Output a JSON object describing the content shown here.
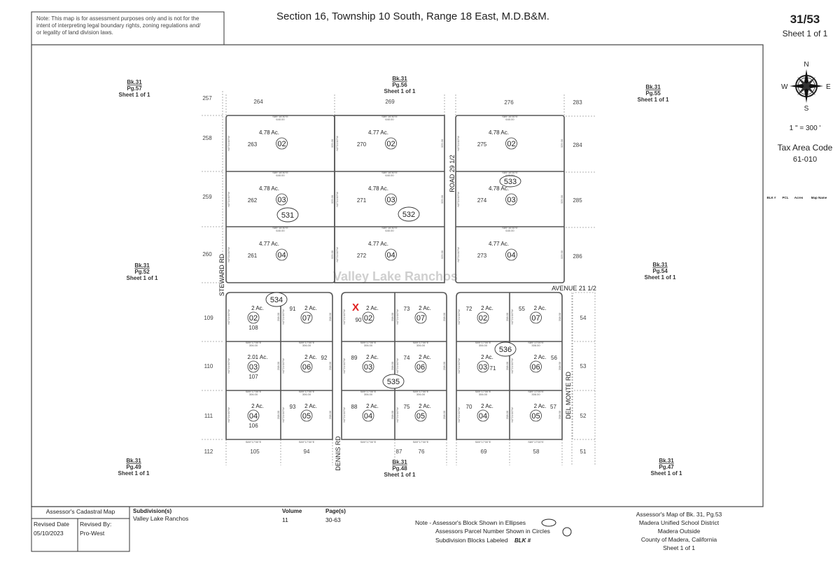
{
  "header": {
    "note": [
      "Note: This map is for assessment purposes only and is not for the",
      "intent of interpreting legal boundary rights, zoning regulations and/",
      "or legality of land division laws."
    ],
    "title": "Section 16, Township 10 South, Range 18 East, M.D.B&M.",
    "map_number": "31/53",
    "sheet": "Sheet 1 of 1"
  },
  "side": {
    "compass": {
      "n": "N",
      "s": "S",
      "e": "E",
      "w": "W"
    },
    "scale": "1 \" = 300 '",
    "tax_area_label": "Tax Area Code",
    "tax_area_code": "61-010",
    "legend_columns": [
      "BLK #",
      "PCL",
      "Acres",
      "Map Name"
    ]
  },
  "adjacent_sheets": [
    {
      "bk": "Bk.31",
      "pg": "Pg.57",
      "sheet": "Sheet 1 of 1"
    },
    {
      "bk": "Bk.31",
      "pg": "Pg.56",
      "sheet": "Sheet 1 of 1"
    },
    {
      "bk": "Bk.31",
      "pg": "Pg.55",
      "sheet": "Sheet 1 of 1"
    },
    {
      "bk": "Bk.31",
      "pg": "Pg.52",
      "sheet": "Sheet 1 of 1"
    },
    {
      "bk": "Bk.31",
      "pg": "Pg.54",
      "sheet": "Sheet 1 of 1"
    },
    {
      "bk": "Bk.31",
      "pg": "Pg.49",
      "sheet": "Sheet 1 of 1"
    },
    {
      "bk": "Bk.31",
      "pg": "Pg.48",
      "sheet": "Sheet 1 of 1"
    },
    {
      "bk": "Bk.31",
      "pg": "Pg.47",
      "sheet": "Sheet 1 of 1"
    }
  ],
  "roads": [
    "STEWARD RD",
    "ROAD 29 1/2",
    "AVENUE 21 1/2",
    "DENNIS RD",
    "DEL MONTE RD"
  ],
  "subdivision_watermark": "Valley Lake Ranchos",
  "outside_parcels": [
    "257",
    "258",
    "259",
    "260",
    "264",
    "269",
    "276",
    "283",
    "284",
    "285",
    "286",
    "109",
    "110",
    "111",
    "112",
    "105",
    "94",
    "87",
    "76",
    "69",
    "58",
    "51",
    "54",
    "53",
    "52"
  ],
  "bearings": {
    "h_top": "S89°16'30\"E",
    "h_top_dist": "640.00",
    "h_low": "S89°17'00\"E",
    "h_low_dist": "306.00",
    "v": "N0°21'00\"W",
    "v_top_dist": "325.00",
    "v_low_dist": "208.00"
  },
  "top_blocks": [
    {
      "block": "531",
      "parcels": [
        {
          "acres": "4.78 Ac.",
          "apn": "263",
          "pcl": "02"
        },
        {
          "acres": "4.78 Ac.",
          "apn": "262",
          "pcl": "03"
        },
        {
          "acres": "4.77 Ac.",
          "apn": "261",
          "pcl": "04"
        }
      ]
    },
    {
      "block": "532",
      "parcels": [
        {
          "acres": "4.77 Ac.",
          "apn": "270",
          "pcl": "02"
        },
        {
          "acres": "4.78 Ac.",
          "apn": "271",
          "pcl": "03"
        },
        {
          "acres": "4.77 Ac.",
          "apn": "272",
          "pcl": "04"
        }
      ]
    },
    {
      "block": "533",
      "parcels": [
        {
          "acres": "4.78 Ac.",
          "apn": "275",
          "pcl": "02"
        },
        {
          "acres": "4.78 Ac.",
          "apn": "274",
          "pcl": "03"
        },
        {
          "acres": "4.77 Ac.",
          "apn": "273",
          "pcl": "04"
        }
      ]
    }
  ],
  "lower_blocks": [
    {
      "block": "534",
      "parcels": [
        {
          "acres": "2 Ac.",
          "apn": "108",
          "pcl": "02"
        },
        {
          "acres": "2 Ac.",
          "apn": "91",
          "pcl": "07"
        },
        {
          "acres": "2.01 Ac.",
          "apn": "107",
          "pcl": "03"
        },
        {
          "acres": "2 Ac.",
          "apn": "92",
          "pcl": "06"
        },
        {
          "acres": "2 Ac.",
          "apn": "106",
          "pcl": "04"
        },
        {
          "acres": "2 Ac.",
          "apn": "93",
          "pcl": "05"
        }
      ]
    },
    {
      "block": "535",
      "parcels": [
        {
          "acres": "2 Ac.",
          "apn": "90",
          "pcl": "02"
        },
        {
          "acres": "2 Ac.",
          "apn": "73",
          "pcl": "07"
        },
        {
          "acres": "2 Ac.",
          "apn": "89",
          "pcl": "03"
        },
        {
          "acres": "2 Ac.",
          "apn": "74",
          "pcl": "06"
        },
        {
          "acres": "2 Ac.",
          "apn": "88",
          "pcl": "04"
        },
        {
          "acres": "2 Ac.",
          "apn": "75",
          "pcl": "05"
        }
      ]
    },
    {
      "block": "536",
      "parcels": [
        {
          "acres": "2 Ac.",
          "apn": "72",
          "pcl": "02"
        },
        {
          "acres": "2 Ac.",
          "apn": "55",
          "pcl": "07"
        },
        {
          "acres": "2 Ac.",
          "apn": "71",
          "pcl": "03"
        },
        {
          "acres": "2 Ac.",
          "apn": "56",
          "pcl": "06"
        },
        {
          "acres": "2 Ac.",
          "apn": "70",
          "pcl": "04"
        },
        {
          "acres": "2 Ac.",
          "apn": "57",
          "pcl": "05"
        }
      ]
    }
  ],
  "marker": {
    "symbol": "X",
    "color": "#e02020"
  },
  "footer": {
    "map_type": "Assessor's Cadastral Map",
    "revised_date_label": "Revised Date",
    "revised_date": "05/10/2023",
    "revised_by_label": "Revised By:",
    "revised_by": "Pro-West",
    "subdivision_label": "Subdivision(s)",
    "subdivision": "Valley Lake Ranchos",
    "volume_label": "Volume",
    "volume": "11",
    "pages_label": "Page(s)",
    "pages": "30-63",
    "legend_note": [
      "Note - Assessor's Block Shown in Ellipses",
      "Assessors Parcel Number Shown in Circles",
      "Subdivision Blocks Labeled"
    ],
    "legend_blk": "BLK #",
    "info": [
      "Assessor's Map of Bk. 31, Pg.53",
      "Madera Unified School District",
      "Madera Outside",
      "County of Madera, California",
      "Sheet 1 of 1"
    ]
  }
}
